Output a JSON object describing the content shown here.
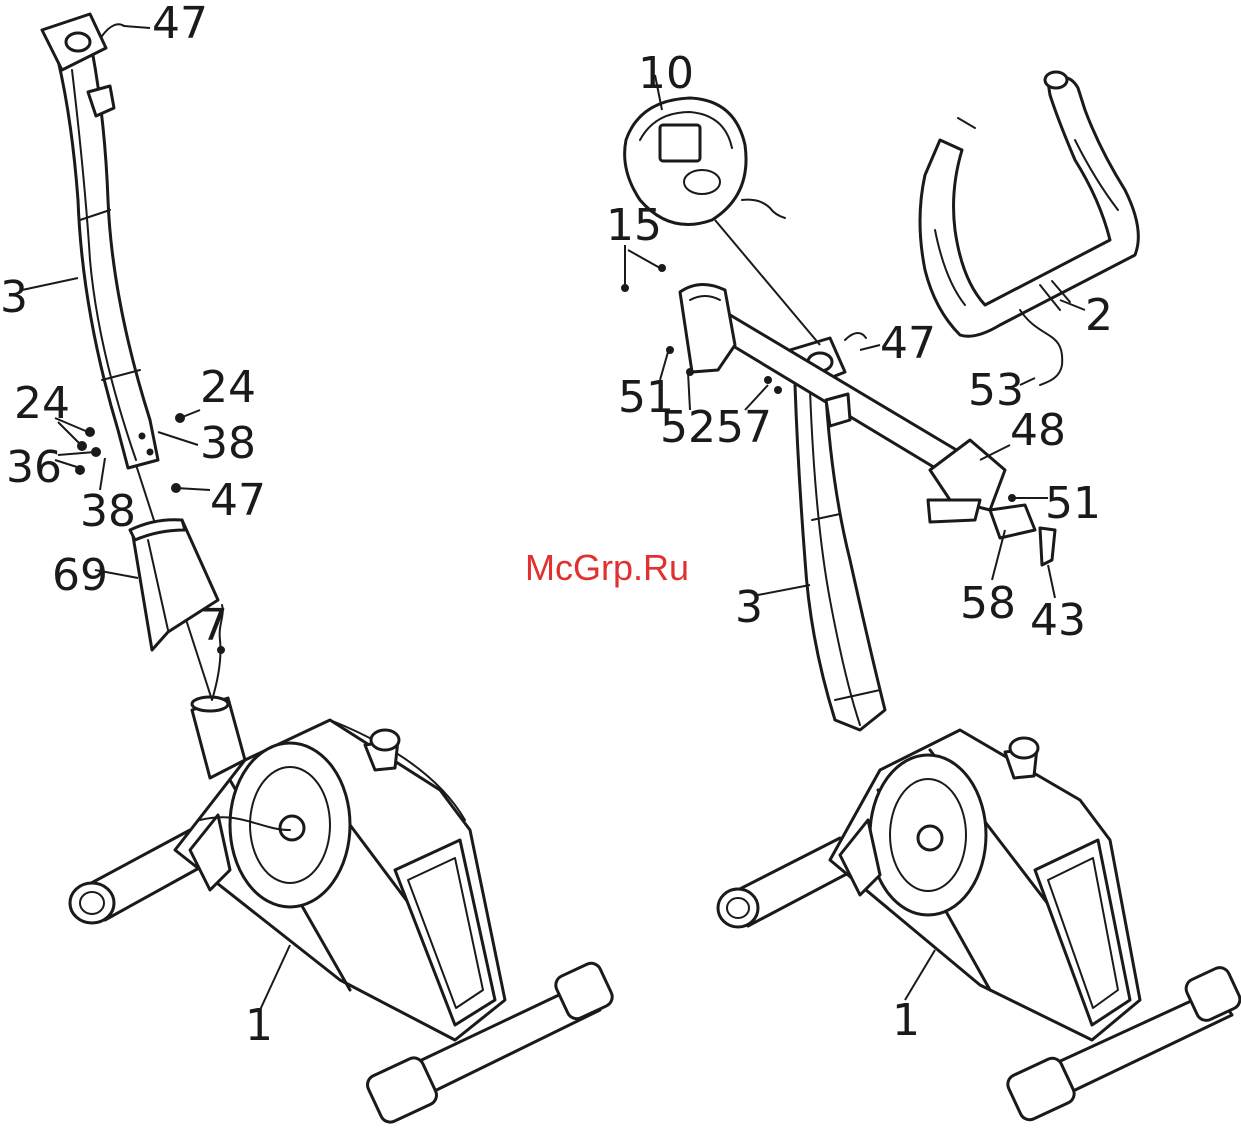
{
  "watermark": "McGrp.Ru",
  "left_labels": {
    "l47a": "47",
    "l3": "3",
    "l24a": "24",
    "l24b": "24",
    "l38a": "38",
    "l36": "36",
    "l38b": "38",
    "l47b": "47",
    "l69": "69",
    "l7": "7",
    "l1": "1"
  },
  "right_labels": {
    "r10": "10",
    "r15": "15",
    "r2": "2",
    "r47": "47",
    "r53": "53",
    "r51a": "51",
    "r52": "52",
    "r57": "57",
    "r48": "48",
    "r51b": "51",
    "r3": "3",
    "r58": "58",
    "r43": "43",
    "r1": "1"
  }
}
